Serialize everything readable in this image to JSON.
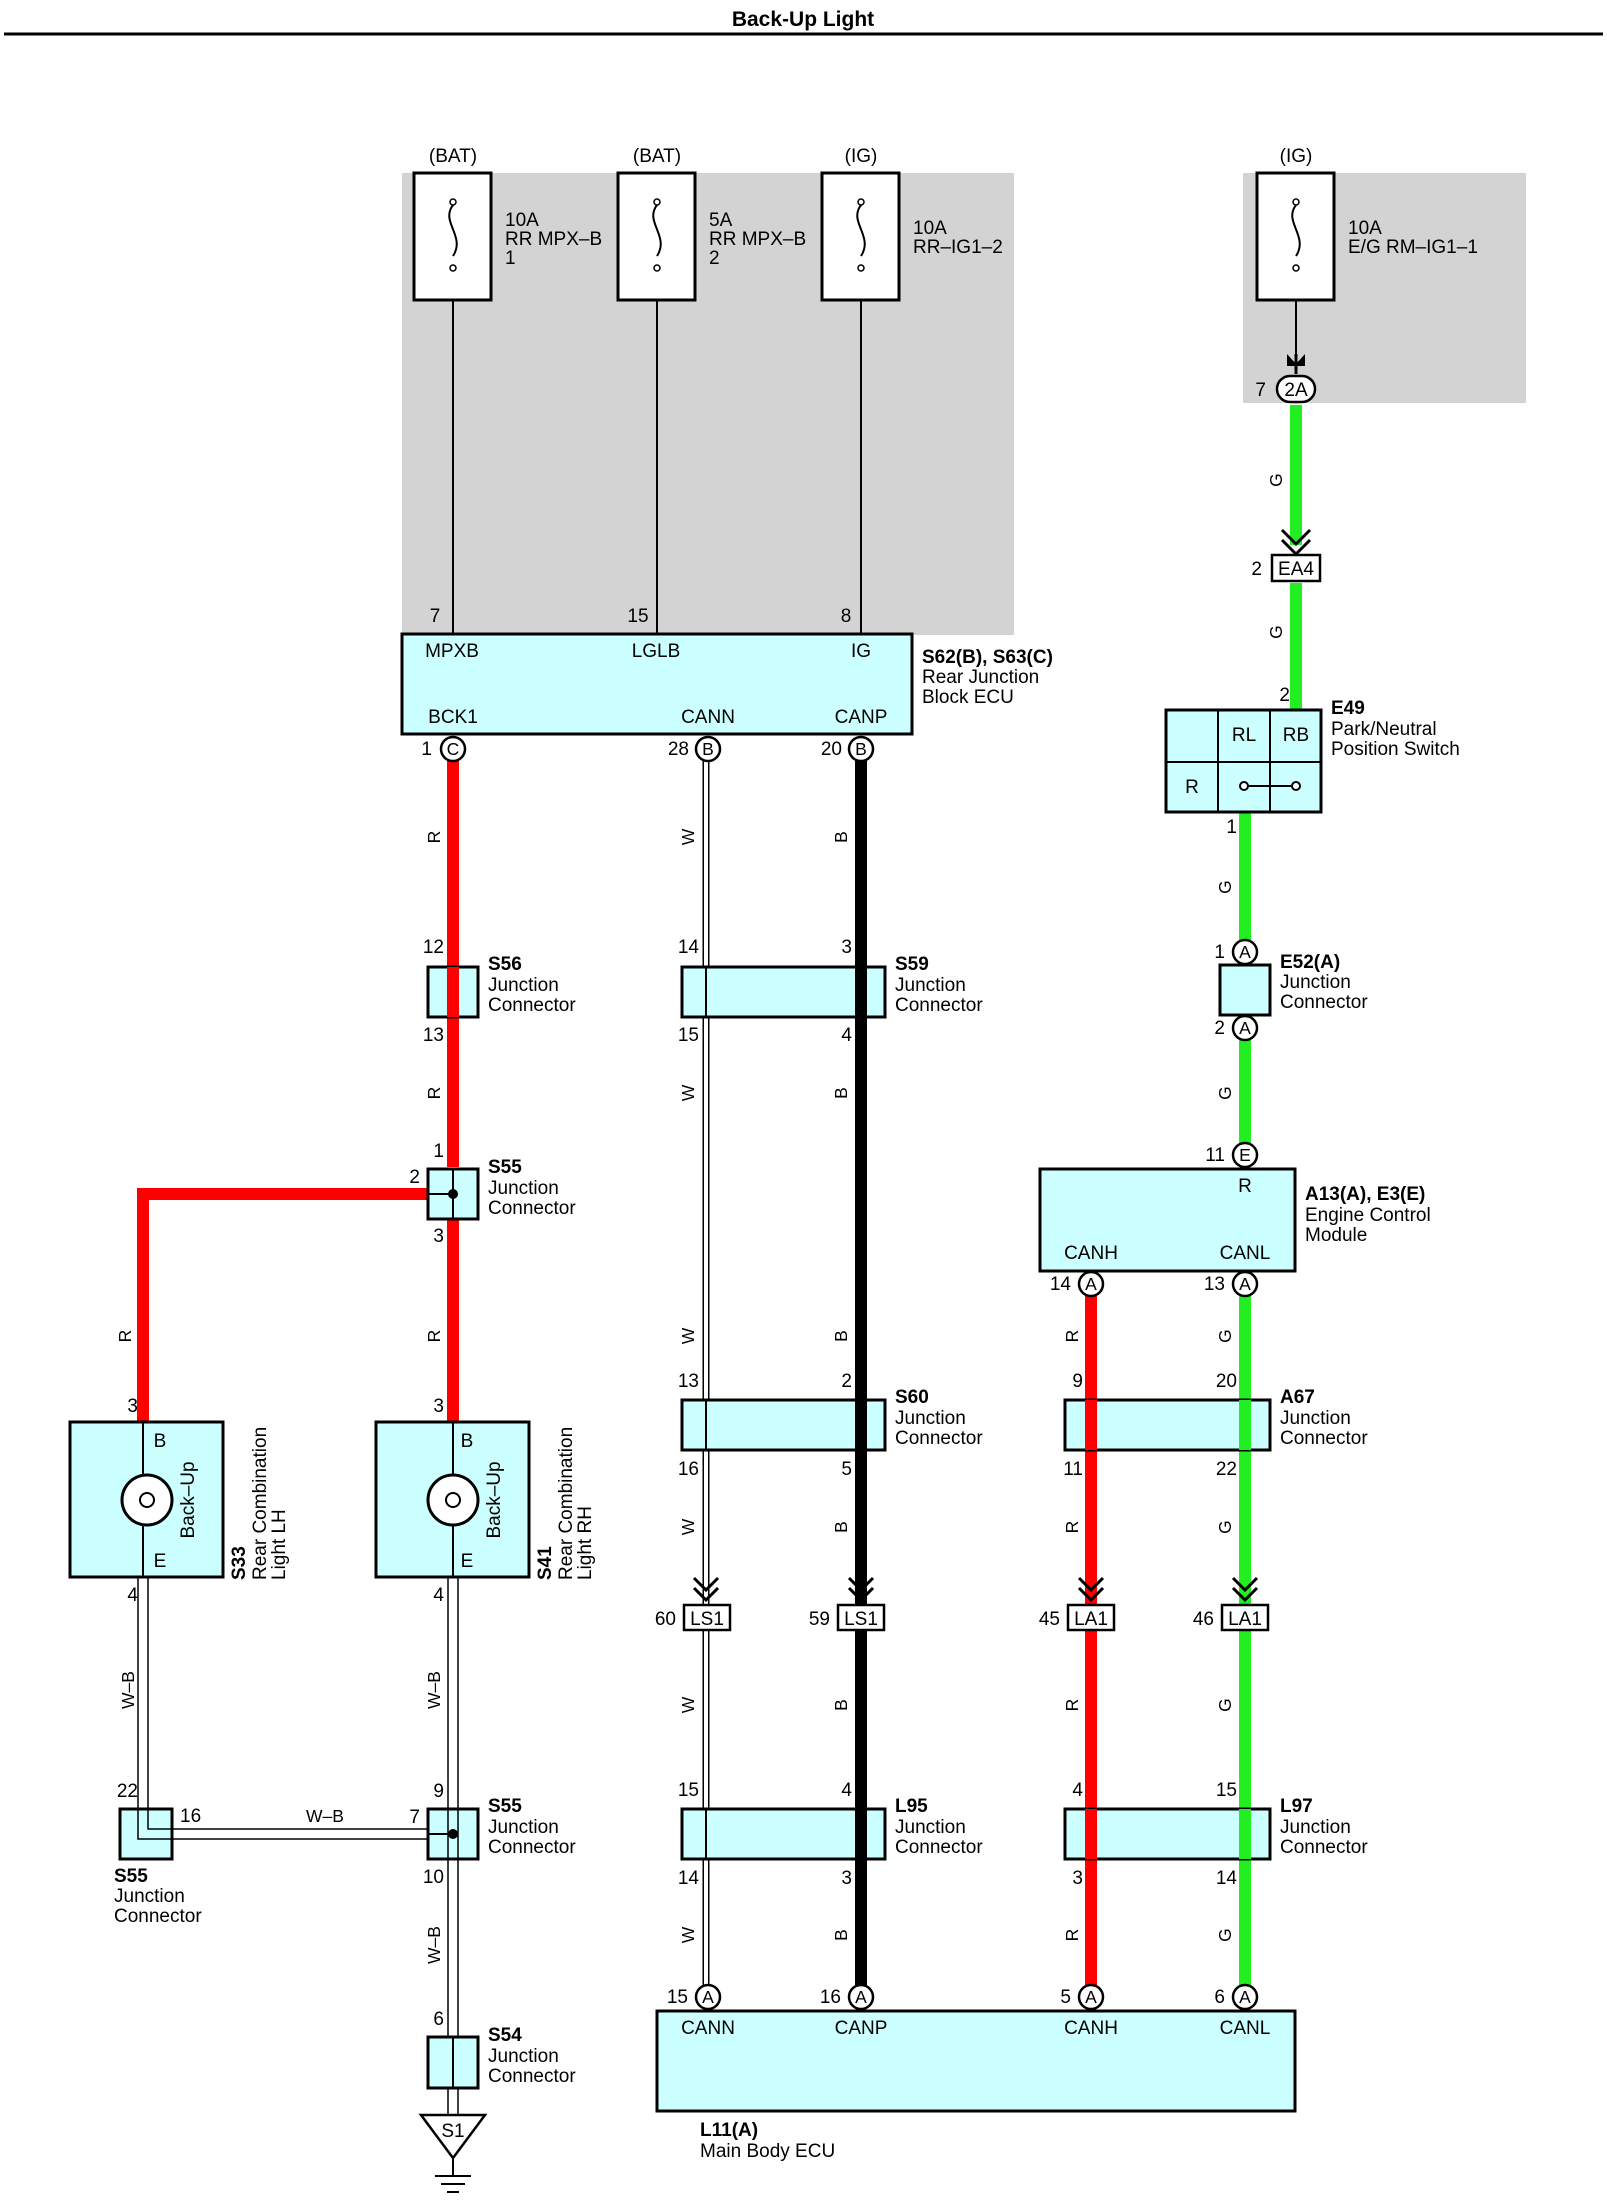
{
  "title": "Back-Up Light",
  "colors": {
    "red": "#ff0000",
    "green": "#22ee22",
    "black": "#000000",
    "white": "#ffffff",
    "component": "#ccffff",
    "shade": "#d3d3d3"
  },
  "fuses": [
    {
      "supply": "(BAT)",
      "amp": "10A",
      "name": "RR MPX–B",
      "extra": "1",
      "pin": "7"
    },
    {
      "supply": "(BAT)",
      "amp": "5A",
      "name": "RR MPX–B",
      "extra": "2",
      "pin": "15"
    },
    {
      "supply": "(IG)",
      "amp": "10A",
      "name": "RR–IG1–2",
      "extra": "",
      "pin": "8"
    },
    {
      "supply": "(IG)",
      "amp": "10A",
      "name": "E/G RM–IG1–1",
      "extra": "",
      "pin": "7"
    }
  ],
  "rear_jb": {
    "id": "S62(B), S63(C)",
    "name1": "Rear Junction",
    "name2": "Block ECU",
    "terms_top": [
      "MPXB",
      "LGLB",
      "IG"
    ],
    "terms_bottom": [
      "BCK1",
      "CANN",
      "CANP"
    ],
    "pins_bottom": [
      "1",
      "28",
      "20"
    ],
    "conn_letters": [
      "C",
      "B",
      "B"
    ]
  },
  "fuse_conn": {
    "label": "2A"
  },
  "ea4": {
    "label": "EA4",
    "pin": "2"
  },
  "e49": {
    "id": "E49",
    "name1": "Park/Neutral",
    "name2": "Position Switch",
    "rl": "RL",
    "rb": "RB",
    "r": "R",
    "pin_top": "2",
    "pin_bottom": "1"
  },
  "e52": {
    "id": "E52(A)",
    "name1": "Junction",
    "name2": "Connector",
    "pin_top": "1",
    "pin_bottom": "2",
    "letter": "A"
  },
  "ecm": {
    "id": "A13(A), E3(E)",
    "name1": "Engine Control",
    "name2": "Module",
    "term_top": "R",
    "term_l": "CANH",
    "term_r": "CANL",
    "pin_top": "11",
    "pin_l": "14",
    "pin_r": "13",
    "letter_top": "E",
    "letter_l": "A",
    "letter_r": "A"
  },
  "wire_colors": {
    "R": "R",
    "W": "W",
    "B": "B",
    "G": "G",
    "WB": "W–B"
  },
  "junctions": {
    "s56": {
      "id": "S56",
      "name1": "Junction",
      "name2": "Connector",
      "pin_top": "12",
      "pin_bottom": "13"
    },
    "s59": {
      "id": "S59",
      "name1": "Junction",
      "name2": "Connector",
      "pin_tl": "14",
      "pin_tr": "3",
      "pin_bl": "15",
      "pin_br": "4"
    },
    "s55a": {
      "id": "S55",
      "name1": "Junction",
      "name2": "Connector",
      "pin_top": "1",
      "pin_left": "2",
      "pin_bottom": "3"
    },
    "s60": {
      "id": "S60",
      "name1": "Junction",
      "name2": "Connector",
      "pin_tl": "13",
      "pin_tr": "2",
      "pin_bl": "16",
      "pin_br": "5"
    },
    "a67": {
      "id": "A67",
      "name1": "Junction",
      "name2": "Connector",
      "pin_tl": "9",
      "pin_tr": "20",
      "pin_bl": "11",
      "pin_br": "22"
    },
    "s55b": {
      "id": "S55",
      "name1": "Junction",
      "name2": "Connector",
      "pin_top": "9",
      "pin_left": "7",
      "pin_bottom": "10"
    },
    "s55c": {
      "id": "S55",
      "name1": "Junction",
      "name2": "Connector",
      "pin_top": "22",
      "pin_right": "16"
    },
    "l95": {
      "id": "L95",
      "name1": "Junction",
      "name2": "Connector",
      "pin_tl": "15",
      "pin_tr": "4",
      "pin_bl": "14",
      "pin_br": "3"
    },
    "l97": {
      "id": "L97",
      "name1": "Junction",
      "name2": "Connector",
      "pin_tl": "4",
      "pin_tr": "15",
      "pin_bl": "3",
      "pin_br": "14"
    },
    "s54": {
      "id": "S54",
      "name1": "Junction",
      "name2": "Connector",
      "pin_top": "6"
    }
  },
  "lamps": {
    "lh": {
      "id": "S33",
      "name1": "Rear Combination",
      "name2": "Light LH",
      "label": "Back–Up",
      "term_b": "B",
      "term_e": "E",
      "pin_top": "3",
      "pin_bottom": "4"
    },
    "rh": {
      "id": "S41",
      "name1": "Rear Combination",
      "name2": "Light RH",
      "label": "Back–Up",
      "term_b": "B",
      "term_e": "E",
      "pin_top": "3",
      "pin_bottom": "4"
    }
  },
  "inline_conns": [
    {
      "label": "LS1",
      "pin": "60"
    },
    {
      "label": "LS1",
      "pin": "59"
    },
    {
      "label": "LA1",
      "pin": "45"
    },
    {
      "label": "LA1",
      "pin": "46"
    }
  ],
  "mbecu": {
    "id": "L11(A)",
    "name": "Main Body ECU",
    "terms": [
      "CANN",
      "CANP",
      "CANH",
      "CANL"
    ],
    "pins": [
      "15",
      "16",
      "5",
      "6"
    ],
    "letter": "A"
  },
  "ground": {
    "label": "S1"
  }
}
